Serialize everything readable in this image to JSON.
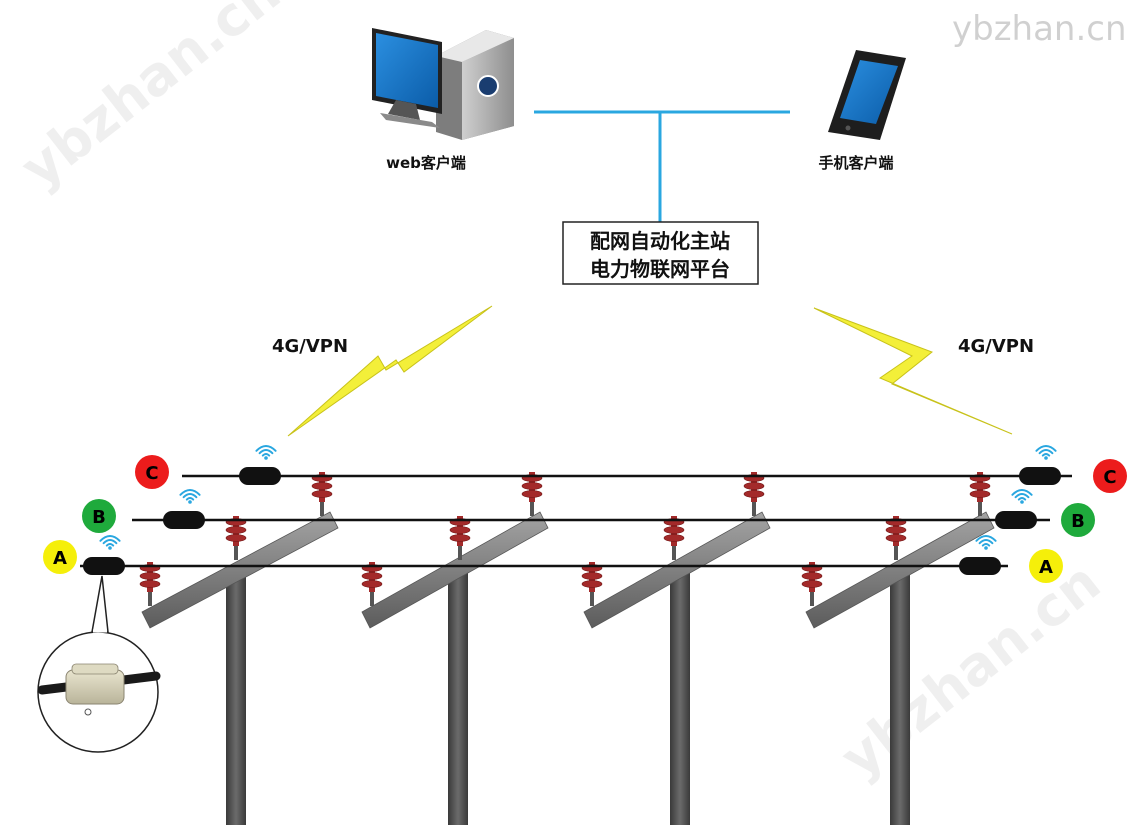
{
  "clients": {
    "web_label": "web客户端",
    "mobile_label": "手机客户端"
  },
  "master_station": {
    "line1": "配网自动化主站",
    "line2": "电力物联网平台"
  },
  "links": {
    "left": "4G/VPN",
    "right": "4G/VPN"
  },
  "phases": [
    {
      "letter": "A",
      "color": "#f5ef0a",
      "text_color": "#111111"
    },
    {
      "letter": "B",
      "color": "#1faa3c",
      "text_color": "#111111"
    },
    {
      "letter": "C",
      "color": "#ec1c1c",
      "text_color": "#111111"
    }
  ],
  "watermark": "ybzhan.cn",
  "colors": {
    "bus_line": "#2aa7e0",
    "lightning": "#f3ef39",
    "insulator": "#a32a2a",
    "pole": "#4a4a4a",
    "crossarm": "#8a8a8a"
  }
}
